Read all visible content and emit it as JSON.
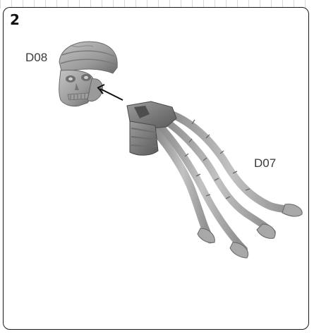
{
  "step": {
    "number": "2"
  },
  "parts": [
    {
      "code": "D08",
      "depicts": "head"
    },
    {
      "code": "D07",
      "depicts": "torso-with-tendrils"
    }
  ],
  "colors": {
    "frame": "#1a1a1a",
    "model_light": "#b3b3b3",
    "model_mid": "#8e8e8e",
    "model_dark": "#5e5e5e",
    "label": "#3a3a3a"
  },
  "icons": {
    "assembly_arrow": "arrow-up-left-icon"
  }
}
